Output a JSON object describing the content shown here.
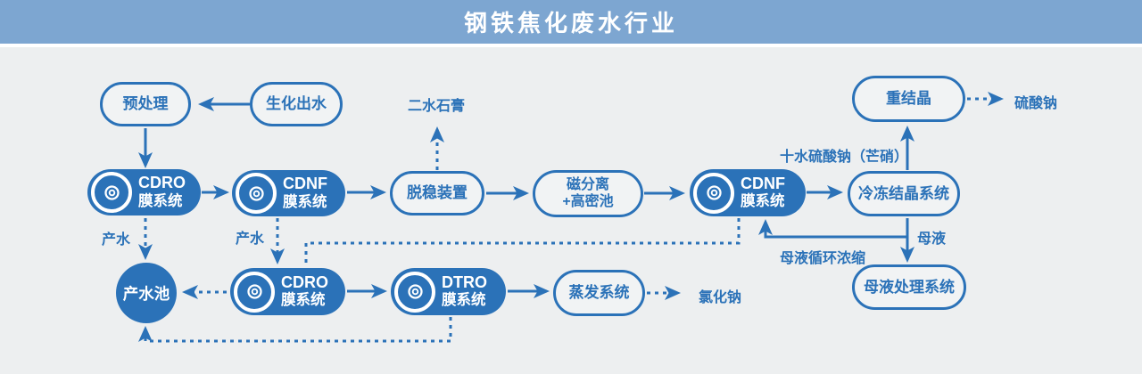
{
  "header": {
    "title": "钢铁焦化废水行业"
  },
  "colors": {
    "accent": "#2b72b8",
    "header_bg": "#7da6d1",
    "canvas_bg": "#edeff0"
  },
  "nodes": {
    "pretreatment": {
      "label": "预处理"
    },
    "biochemical_effluent": {
      "label": "生化出水"
    },
    "cdro_1": {
      "en": "CDRO",
      "zh": "膜系统"
    },
    "cdnf_1": {
      "en": "CDNF",
      "zh": "膜系统"
    },
    "destabilization": {
      "label": "脱稳装置"
    },
    "magnetic_separation": {
      "line1": "磁分离",
      "line2": "+高密池"
    },
    "cdnf_2": {
      "en": "CDNF",
      "zh": "膜系统"
    },
    "freeze_crystallization": {
      "label": "冷冻结晶系统"
    },
    "recrystallization": {
      "label": "重结晶"
    },
    "mother_liquor_treatment": {
      "label": "母液处理系统"
    },
    "product_water_pool": {
      "label": "产水池"
    },
    "cdro_2": {
      "en": "CDRO",
      "zh": "膜系统"
    },
    "dtro": {
      "en": "DTRO",
      "zh": "膜系统"
    },
    "evaporation": {
      "label": "蒸发系统"
    }
  },
  "labels": {
    "dihydrate_gypsum": "二水石膏",
    "sodium_sulfate": "硫酸钠",
    "sodium_chloride": "氯化钠",
    "product_water_1": "产水",
    "product_water_2": "产水",
    "glauber_salt": "十水硫酸钠（芒硝）",
    "mother_liquor": "母液",
    "mother_liquor_recycle": "母液循环浓缩"
  },
  "diagram": {
    "edges": [
      {
        "from": "biochemical_effluent",
        "to": "pretreatment",
        "style": "solid"
      },
      {
        "from": "pretreatment",
        "to": "cdro_1",
        "style": "solid"
      },
      {
        "from": "cdro_1",
        "to": "cdnf_1",
        "style": "solid"
      },
      {
        "from": "cdnf_1",
        "to": "destabilization",
        "style": "solid"
      },
      {
        "from": "destabilization",
        "to": "dihydrate_gypsum",
        "style": "dashed"
      },
      {
        "from": "destabilization",
        "to": "magnetic_separation",
        "style": "solid"
      },
      {
        "from": "magnetic_separation",
        "to": "cdnf_2",
        "style": "solid"
      },
      {
        "from": "cdnf_2",
        "to": "freeze_crystallization",
        "style": "solid"
      },
      {
        "from": "freeze_crystallization",
        "to": "recrystallization",
        "style": "solid",
        "label": "十水硫酸钠（芒硝）"
      },
      {
        "from": "recrystallization",
        "to": "sodium_sulfate",
        "style": "dashed"
      },
      {
        "from": "freeze_crystallization",
        "to": "mother_liquor_treatment",
        "style": "solid",
        "label": "母液"
      },
      {
        "from": "freeze_crystallization",
        "to": "cdnf_2",
        "style": "solid",
        "label": "母液循环浓缩"
      },
      {
        "from": "cdro_1",
        "to": "product_water_pool",
        "style": "dashed",
        "label": "产水"
      },
      {
        "from": "cdnf_1",
        "to": "cdro_2",
        "style": "dashed",
        "label": "产水"
      },
      {
        "from": "cdnf_2",
        "to": "cdro_2",
        "style": "dashed"
      },
      {
        "from": "cdro_2",
        "to": "product_water_pool",
        "style": "dashed"
      },
      {
        "from": "cdro_2",
        "to": "dtro",
        "style": "solid"
      },
      {
        "from": "dtro",
        "to": "evaporation",
        "style": "solid"
      },
      {
        "from": "dtro",
        "to": "product_water_pool",
        "style": "dashed"
      },
      {
        "from": "evaporation",
        "to": "sodium_chloride",
        "style": "dashed"
      }
    ]
  }
}
